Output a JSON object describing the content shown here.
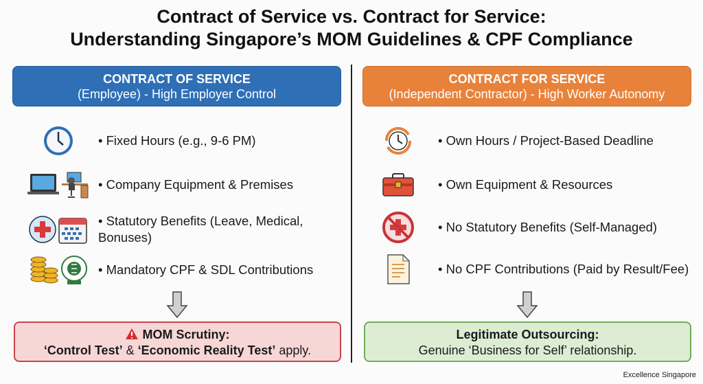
{
  "title": {
    "line1": "Contract of Service vs. Contract for Service:",
    "line2": "Understanding Singapore’s MOM Guidelines & CPF Compliance"
  },
  "left": {
    "header": "CONTRACT OF SERVICE",
    "subheader": "(Employee) - High Employer Control",
    "items": [
      {
        "icon": "clock-icon",
        "text": "• Fixed Hours (e.g., 9-6 PM)"
      },
      {
        "icon": "laptop-desk-icon",
        "text": "• Company Equipment & Premises"
      },
      {
        "icon": "medical-calendar-icon",
        "text": "• Statutory Benefits (Leave, Medical, Bonuses)"
      },
      {
        "icon": "coins-cpf-icon",
        "text": "• Mandatory CPF & SDL Contributions"
      }
    ],
    "result": {
      "title": "MOM Scrutiny:",
      "test1": "‘Control Test’",
      "amp": "&",
      "test2": "‘Economic Reality Test’",
      "tail": "apply."
    }
  },
  "right": {
    "header": "CONTRACT FOR SERVICE",
    "subheader": "(Independent Contractor) - High Worker Autonomy",
    "items": [
      {
        "icon": "flexible-clock-icon",
        "text": "• Own Hours / Project-Based Deadline"
      },
      {
        "icon": "toolbox-icon",
        "text": "• Own Equipment & Resources"
      },
      {
        "icon": "no-medical-icon",
        "text": "• No Statutory Benefits (Self-Managed)"
      },
      {
        "icon": "invoice-icon",
        "text": "• No CPF Contributions (Paid by Result/Fee)"
      }
    ],
    "result": {
      "title": "Legitimate Outsourcing:",
      "text": "Genuine ‘Business for Self’ relationship."
    }
  },
  "footer": "Excellence Singapore",
  "colors": {
    "left_header": "#2f6fb5",
    "right_header": "#e8823a",
    "left_result": "#f7d6d6",
    "right_result": "#dcedd3"
  }
}
